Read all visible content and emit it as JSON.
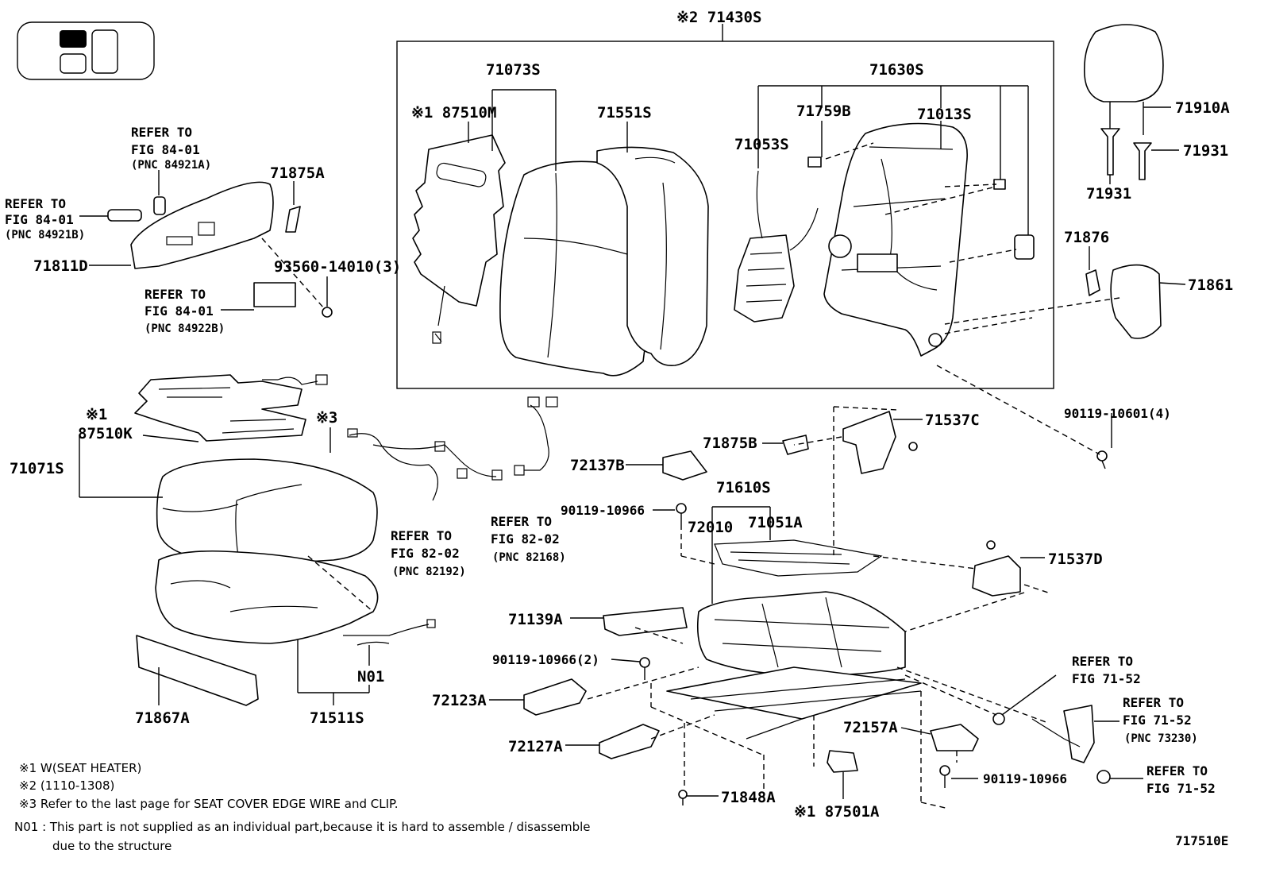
{
  "labels": {
    "p71430S": "※2 71430S",
    "p71073S": "71073S",
    "p87510M": "※1 87510M",
    "p71551S": "71551S",
    "p71630S": "71630S",
    "p71759B": "71759B",
    "p71013S": "71013S",
    "p71053S": "71053S",
    "p71910A": "71910A",
    "p71931a": "71931",
    "p71931b": "71931",
    "p71876": "71876",
    "p71861": "71861",
    "p71875A": "71875A",
    "p71811D": "71811D",
    "p93560": "93560-14010(3)",
    "p87510K_mark": "※1",
    "p87510K": "87510K",
    "p71071S": "71071S",
    "p_mark3": "※3",
    "p71537C": "71537C",
    "p71875B": "71875B",
    "p72137B": "72137B",
    "p90119_10601": "90119-10601(4)",
    "p71610S": "71610S",
    "p90119_10966a": "90119-10966",
    "p72010": "72010",
    "p71051A": "71051A",
    "p71537D": "71537D",
    "p71139A": "71139A",
    "p90119_10966b": "90119-10966(2)",
    "p72123A": "72123A",
    "p72127A": "72127A",
    "p71867A": "71867A",
    "p71511S": "71511S",
    "pN01": "N01",
    "p72157A": "72157A",
    "p90119_10966c": "90119-10966",
    "p71848A": "71848A",
    "p87501A": "※1 87501A",
    "diagram_id": "717510E"
  },
  "refs": {
    "r1_l1": "REFER TO",
    "r1_l2": "FIG 84-01",
    "r1_l3": "(PNC 84921A)",
    "r2_l1": "REFER TO",
    "r2_l2": "FIG 84-01",
    "r2_l3": "(PNC 84921B)",
    "r3_l1": "REFER TO",
    "r3_l2": "FIG 84-01",
    "r3_l3": "(PNC 84922B)",
    "r4_l1": "REFER TO",
    "r4_l2": "FIG 82-02",
    "r4_l3": "(PNC 82192)",
    "r5_l1": "REFER TO",
    "r5_l2": "FIG 82-02",
    "r5_l3": "(PNC 82168)",
    "r6_l1": "REFER TO",
    "r6_l2": "FIG 71-52",
    "r7_l1": "REFER TO",
    "r7_l2": "FIG 71-52",
    "r7_l3": "(PNC 73230)",
    "r8_l1": "REFER TO",
    "r8_l2": "FIG 71-52"
  },
  "notes": {
    "n1": "※1  W(SEAT  HEATER)",
    "n2": "※2 (1110-1308)",
    "n3": "※3  Refer to the last page for SEAT COVER EDGE WIRE and CLIP.",
    "n4a": "N01 :  This part is not supplied as an individual part,because it is hard to assemble / disassemble",
    "n4b": "due to the structure"
  }
}
